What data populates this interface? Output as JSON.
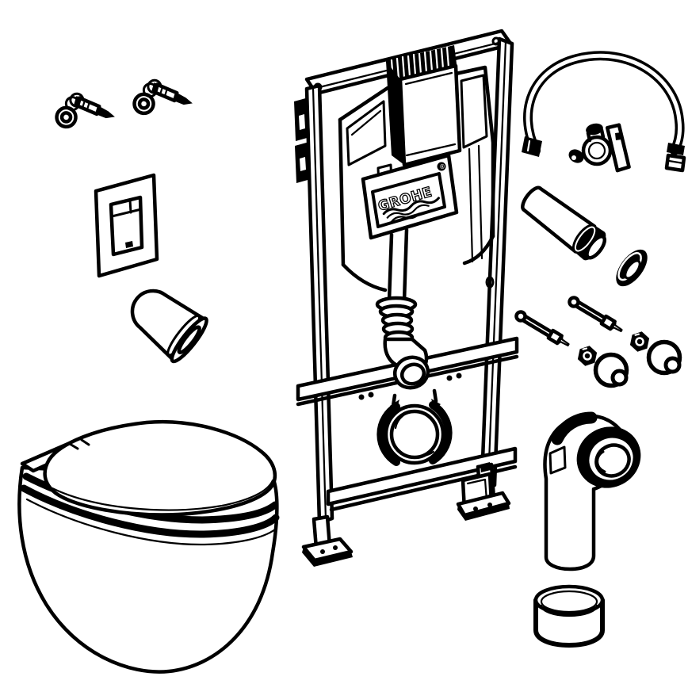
{
  "diagram": {
    "background_color": "#ffffff",
    "line_color": "#000000"
  },
  "brand": {
    "logo_text": "GROHE",
    "registered_mark": "®"
  },
  "parts": [
    {
      "name": "wall-anchor-bolt",
      "quantity": 2
    },
    {
      "name": "flush-actuation-plate",
      "quantity": 1
    },
    {
      "name": "flush-pipe-wall-sleeve",
      "quantity": 1
    },
    {
      "name": "wall-hung-toilet-with-seat",
      "quantity": 1
    },
    {
      "name": "installation-frame-with-concealed-cistern",
      "quantity": 1
    },
    {
      "name": "flexible-supply-hose",
      "quantity": 1
    },
    {
      "name": "angle-stop-valve",
      "quantity": 1
    },
    {
      "name": "flush-pipe",
      "quantity": 1
    },
    {
      "name": "flush-pipe-seal-ring",
      "quantity": 1
    },
    {
      "name": "mounting-stud",
      "quantity": 2
    },
    {
      "name": "hex-nut",
      "quantity": 2
    },
    {
      "name": "cover-cap",
      "quantity": 2
    },
    {
      "name": "outlet-elbow-with-seal",
      "quantity": 1
    },
    {
      "name": "outlet-connection-sleeve",
      "quantity": 1
    }
  ]
}
